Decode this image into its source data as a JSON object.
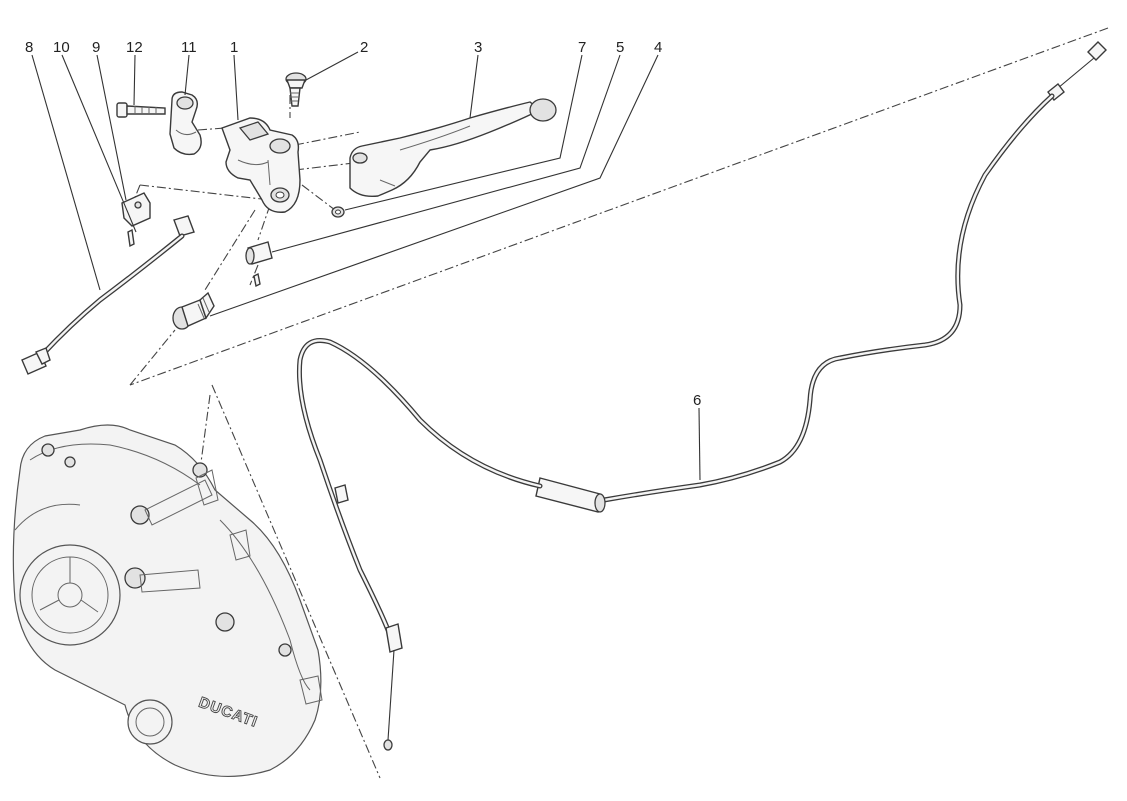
{
  "callouts": {
    "c1": "1",
    "c2": "2",
    "c3": "3",
    "c4": "4",
    "c5": "5",
    "c6": "6",
    "c7": "7",
    "c8": "8",
    "c9": "9",
    "c10": "10",
    "c11": "11",
    "c12": "12"
  },
  "engine_logo": "DUCATI",
  "colors": {
    "line": "#3a3a3a",
    "background": "#ffffff",
    "fill": "#f6f6f6"
  }
}
